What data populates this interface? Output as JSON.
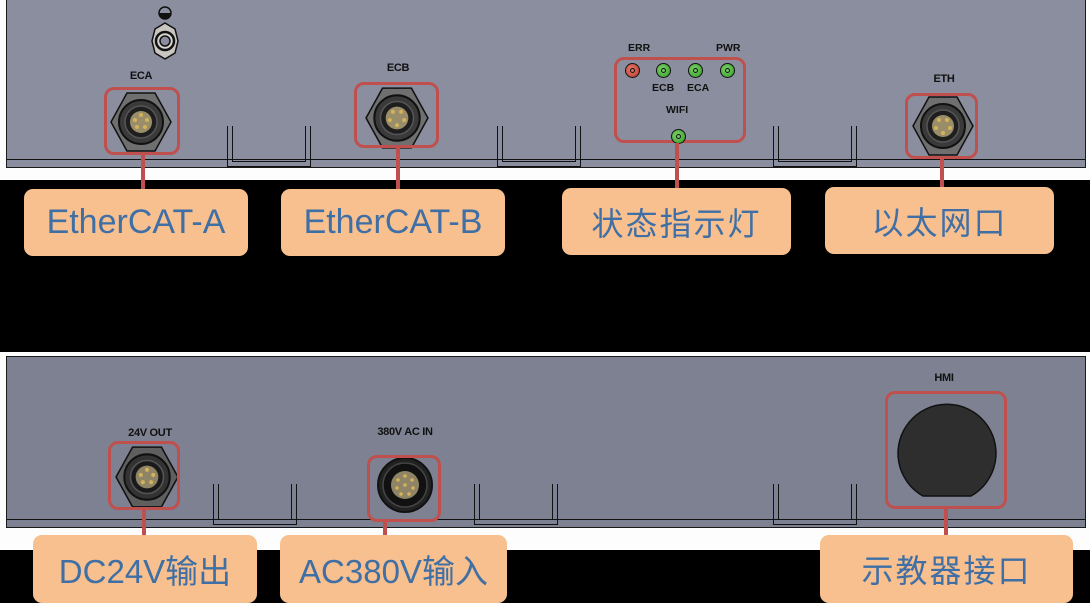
{
  "colors": {
    "background": "#000000",
    "panel_top": "#8a8e9f",
    "panel_bottom": "#7d8191",
    "callout_border": "#c0504d",
    "tag_fill": "#f8c08e",
    "tag_text": "#3f6fa5",
    "led_red": "#c0392b",
    "led_green": "#3aaa2e"
  },
  "top_panel": {
    "ground_icon": "ground-screw-icon",
    "ports": [
      {
        "id": "eca",
        "silkscreen": "ECA",
        "tag": "EtherCAT-A"
      },
      {
        "id": "ecb",
        "silkscreen": "ECB",
        "tag": "EtherCAT-B"
      },
      {
        "id": "eth",
        "silkscreen": "ETH",
        "tag": "以太网口"
      }
    ],
    "status_leds": {
      "tag": "状态指示灯",
      "labels": {
        "err": "ERR",
        "pwr": "PWR",
        "ecb": "ECB",
        "eca": "ECA",
        "wifi": "WIFI"
      },
      "leds": [
        {
          "name": "ERR",
          "color": "red"
        },
        {
          "name": "ECB",
          "color": "green"
        },
        {
          "name": "ECA",
          "color": "green"
        },
        {
          "name": "PWR",
          "color": "green"
        },
        {
          "name": "WIFI",
          "color": "green"
        }
      ]
    }
  },
  "bottom_panel": {
    "ports": [
      {
        "id": "dc24v",
        "silkscreen": "24V OUT",
        "tag": "DC24V输出"
      },
      {
        "id": "ac380v",
        "silkscreen": "380V AC IN",
        "tag": "AC380V输入"
      },
      {
        "id": "hmi",
        "silkscreen": "HMI",
        "tag": "示教器接口"
      }
    ]
  }
}
